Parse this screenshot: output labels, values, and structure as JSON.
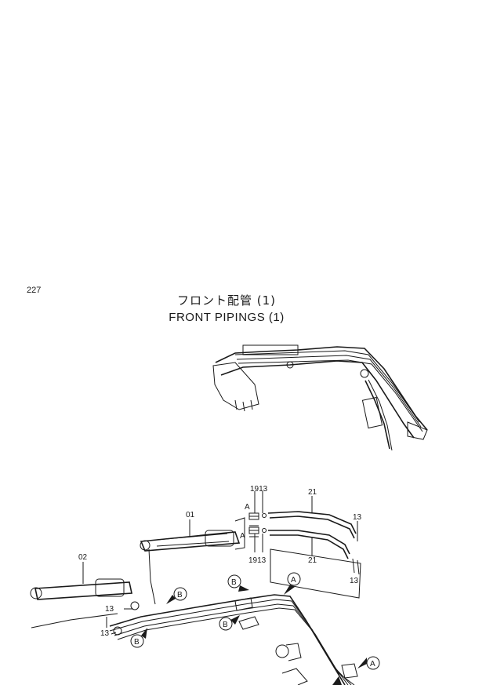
{
  "page_number": "227",
  "title_jp": "フロント配管 (1)",
  "title_en": "FRONT PIPINGS (1)",
  "labels": {
    "p01": "01",
    "p02": "02",
    "p13a": "13",
    "p13b": "13",
    "p13c": "13",
    "p13d": "13",
    "p1913_top": "1913",
    "p1913_bot": "1913",
    "p21_top": "21",
    "p21_bot": "21",
    "callout_a": "A",
    "callout_b": "B"
  }
}
